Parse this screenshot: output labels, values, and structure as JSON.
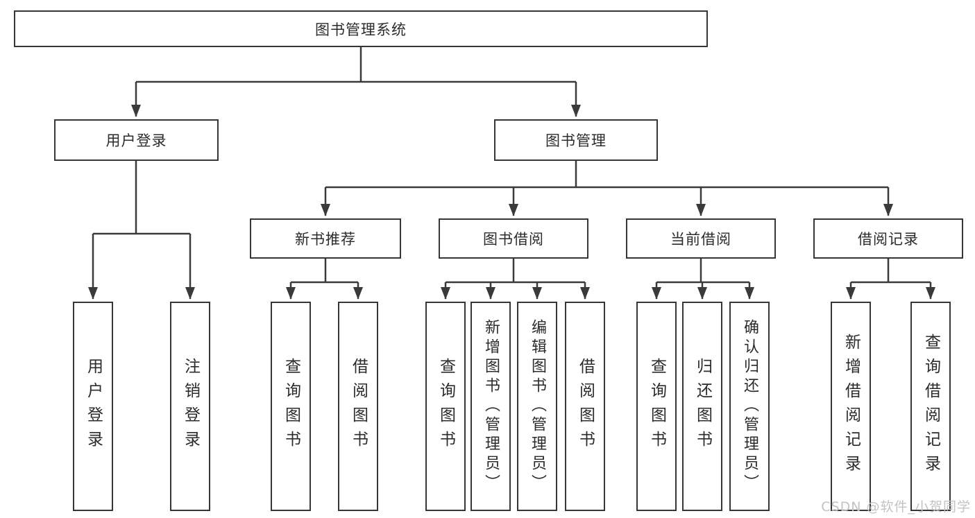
{
  "diagram": {
    "type": "tree",
    "colors": {
      "background": "#ffffff",
      "line": "#3a3a3a",
      "box_border": "#363636",
      "text": "#2b2b2b",
      "watermark": "#c3c3c3"
    }
  },
  "nodes": {
    "root": {
      "label": "图书管理系统"
    },
    "user_login": {
      "label": "用户登录"
    },
    "book_management": {
      "label": "图书管理"
    },
    "new_book_recommendation": {
      "label": "新书推荐"
    },
    "book_borrowing": {
      "label": "图书借阅"
    },
    "current_borrowing": {
      "label": "当前借阅"
    },
    "borrowing_records": {
      "label": "借阅记录"
    },
    "leaf_user_login": {
      "label": "用户登录"
    },
    "leaf_logout": {
      "label": "注销登录"
    },
    "leaf_query_books_recommend": {
      "label": "查询图书"
    },
    "leaf_borrow_books_recommend": {
      "label": "借阅图书"
    },
    "leaf_query_books_borrow": {
      "label": "查询图书"
    },
    "leaf_add_books_admin": {
      "label": "新增图书（管理员）"
    },
    "leaf_edit_books_admin": {
      "label": "编辑图书（管理员）"
    },
    "leaf_borrow_books_borrow": {
      "label": "借阅图书"
    },
    "leaf_query_books_current": {
      "label": "查询图书"
    },
    "leaf_return_books": {
      "label": "归还图书"
    },
    "leaf_confirm_return_admin": {
      "label": "确认归还（管理员）"
    },
    "leaf_add_borrow_record": {
      "label": "新增借阅记录"
    },
    "leaf_query_borrow_record": {
      "label": "查询借阅记录"
    }
  },
  "watermark": {
    "text": "CSDN @软件_小贺同学"
  }
}
